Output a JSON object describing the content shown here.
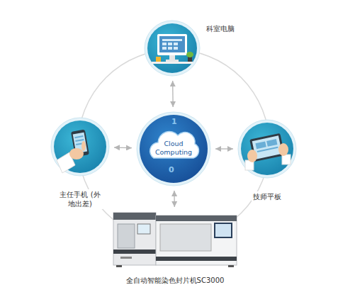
{
  "diagram": {
    "nodes": [
      {
        "text": [
          "科室电脑"
        ]
      },
      {
        "text": [
          "主任手机 (外地出差)"
        ]
      },
      {
        "text": [
          "Cloud Computing"
        ]
      },
      {
        "text": [
          "技师平板"
        ]
      },
      {
        "text": [
          "全自动智能染色封片机SC3000"
        ]
      }
    ],
    "edges": [
      {
        "from": 2,
        "to": 0,
        "arrow": "both"
      },
      {
        "from": 2,
        "to": 1,
        "arrow": "both"
      },
      {
        "from": 2,
        "to": 3,
        "arrow": "both"
      },
      {
        "from": 2,
        "to": 4,
        "arrow": "both"
      }
    ],
    "labels": [
      "1",
      "0"
    ]
  }
}
